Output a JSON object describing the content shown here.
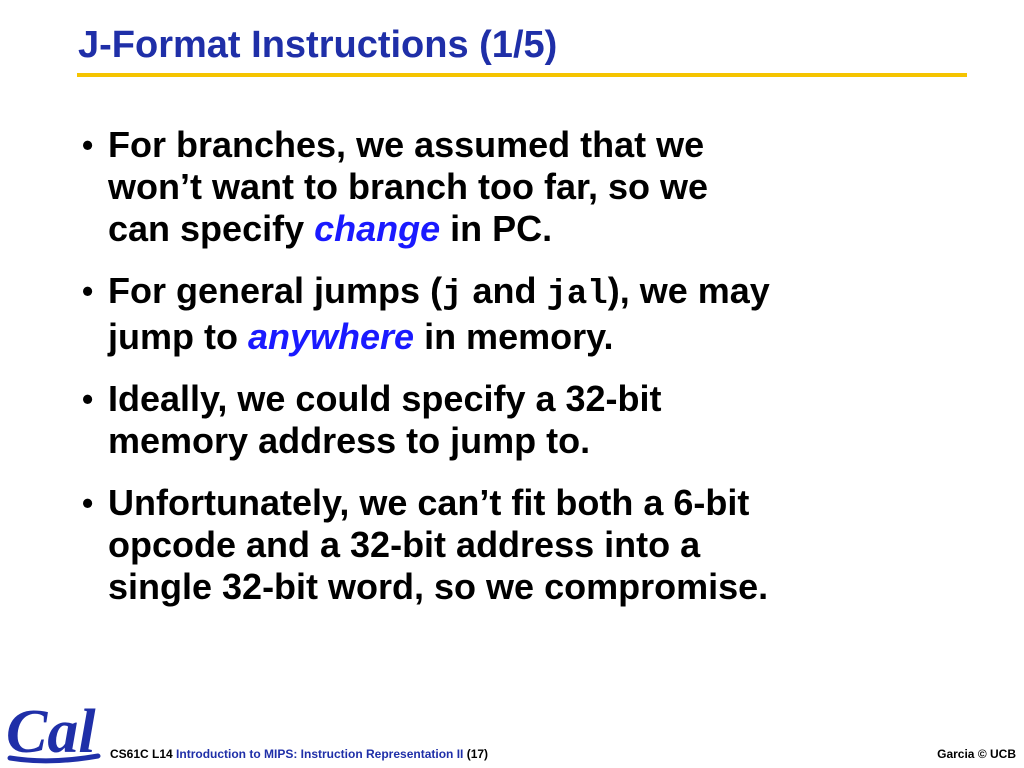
{
  "slide": {
    "title": "J-Format Instructions (1/5)"
  },
  "bullets": [
    {
      "line1": "For branches, we assumed that we",
      "line2": "won’t want to branch too far, so we",
      "line3_pre": "can specify ",
      "line3_em": "change",
      "line3_post": " in PC."
    },
    {
      "line1_pre": "For general jumps (",
      "code1": "j",
      "line1_mid": " and ",
      "code2": "jal",
      "line1_post": "), we may",
      "line2_pre": "jump to ",
      "line2_em": "anywhere",
      "line2_post": " in memory."
    },
    {
      "line1": "Ideally, we could specify a 32-bit",
      "line2": "memory address to jump to."
    },
    {
      "line1": "Unfortunately, we can’t fit both a 6-bit",
      "line2": "opcode and a 32-bit address into a",
      "line3": "single 32-bit word, so we compromise."
    }
  ],
  "bullet_glyph": "•",
  "footer": {
    "course": "CS61C L14 ",
    "lecture": "Introduction to MIPS:  Instruction Representation II",
    "page": " (17)",
    "author": "Garcia © UCB"
  },
  "logo": {
    "text": "Cal",
    "color": "#1f2fa8"
  },
  "colors": {
    "title": "#1f2fa8",
    "rule": "#f5c400",
    "emphasis": "#1a1aff"
  }
}
